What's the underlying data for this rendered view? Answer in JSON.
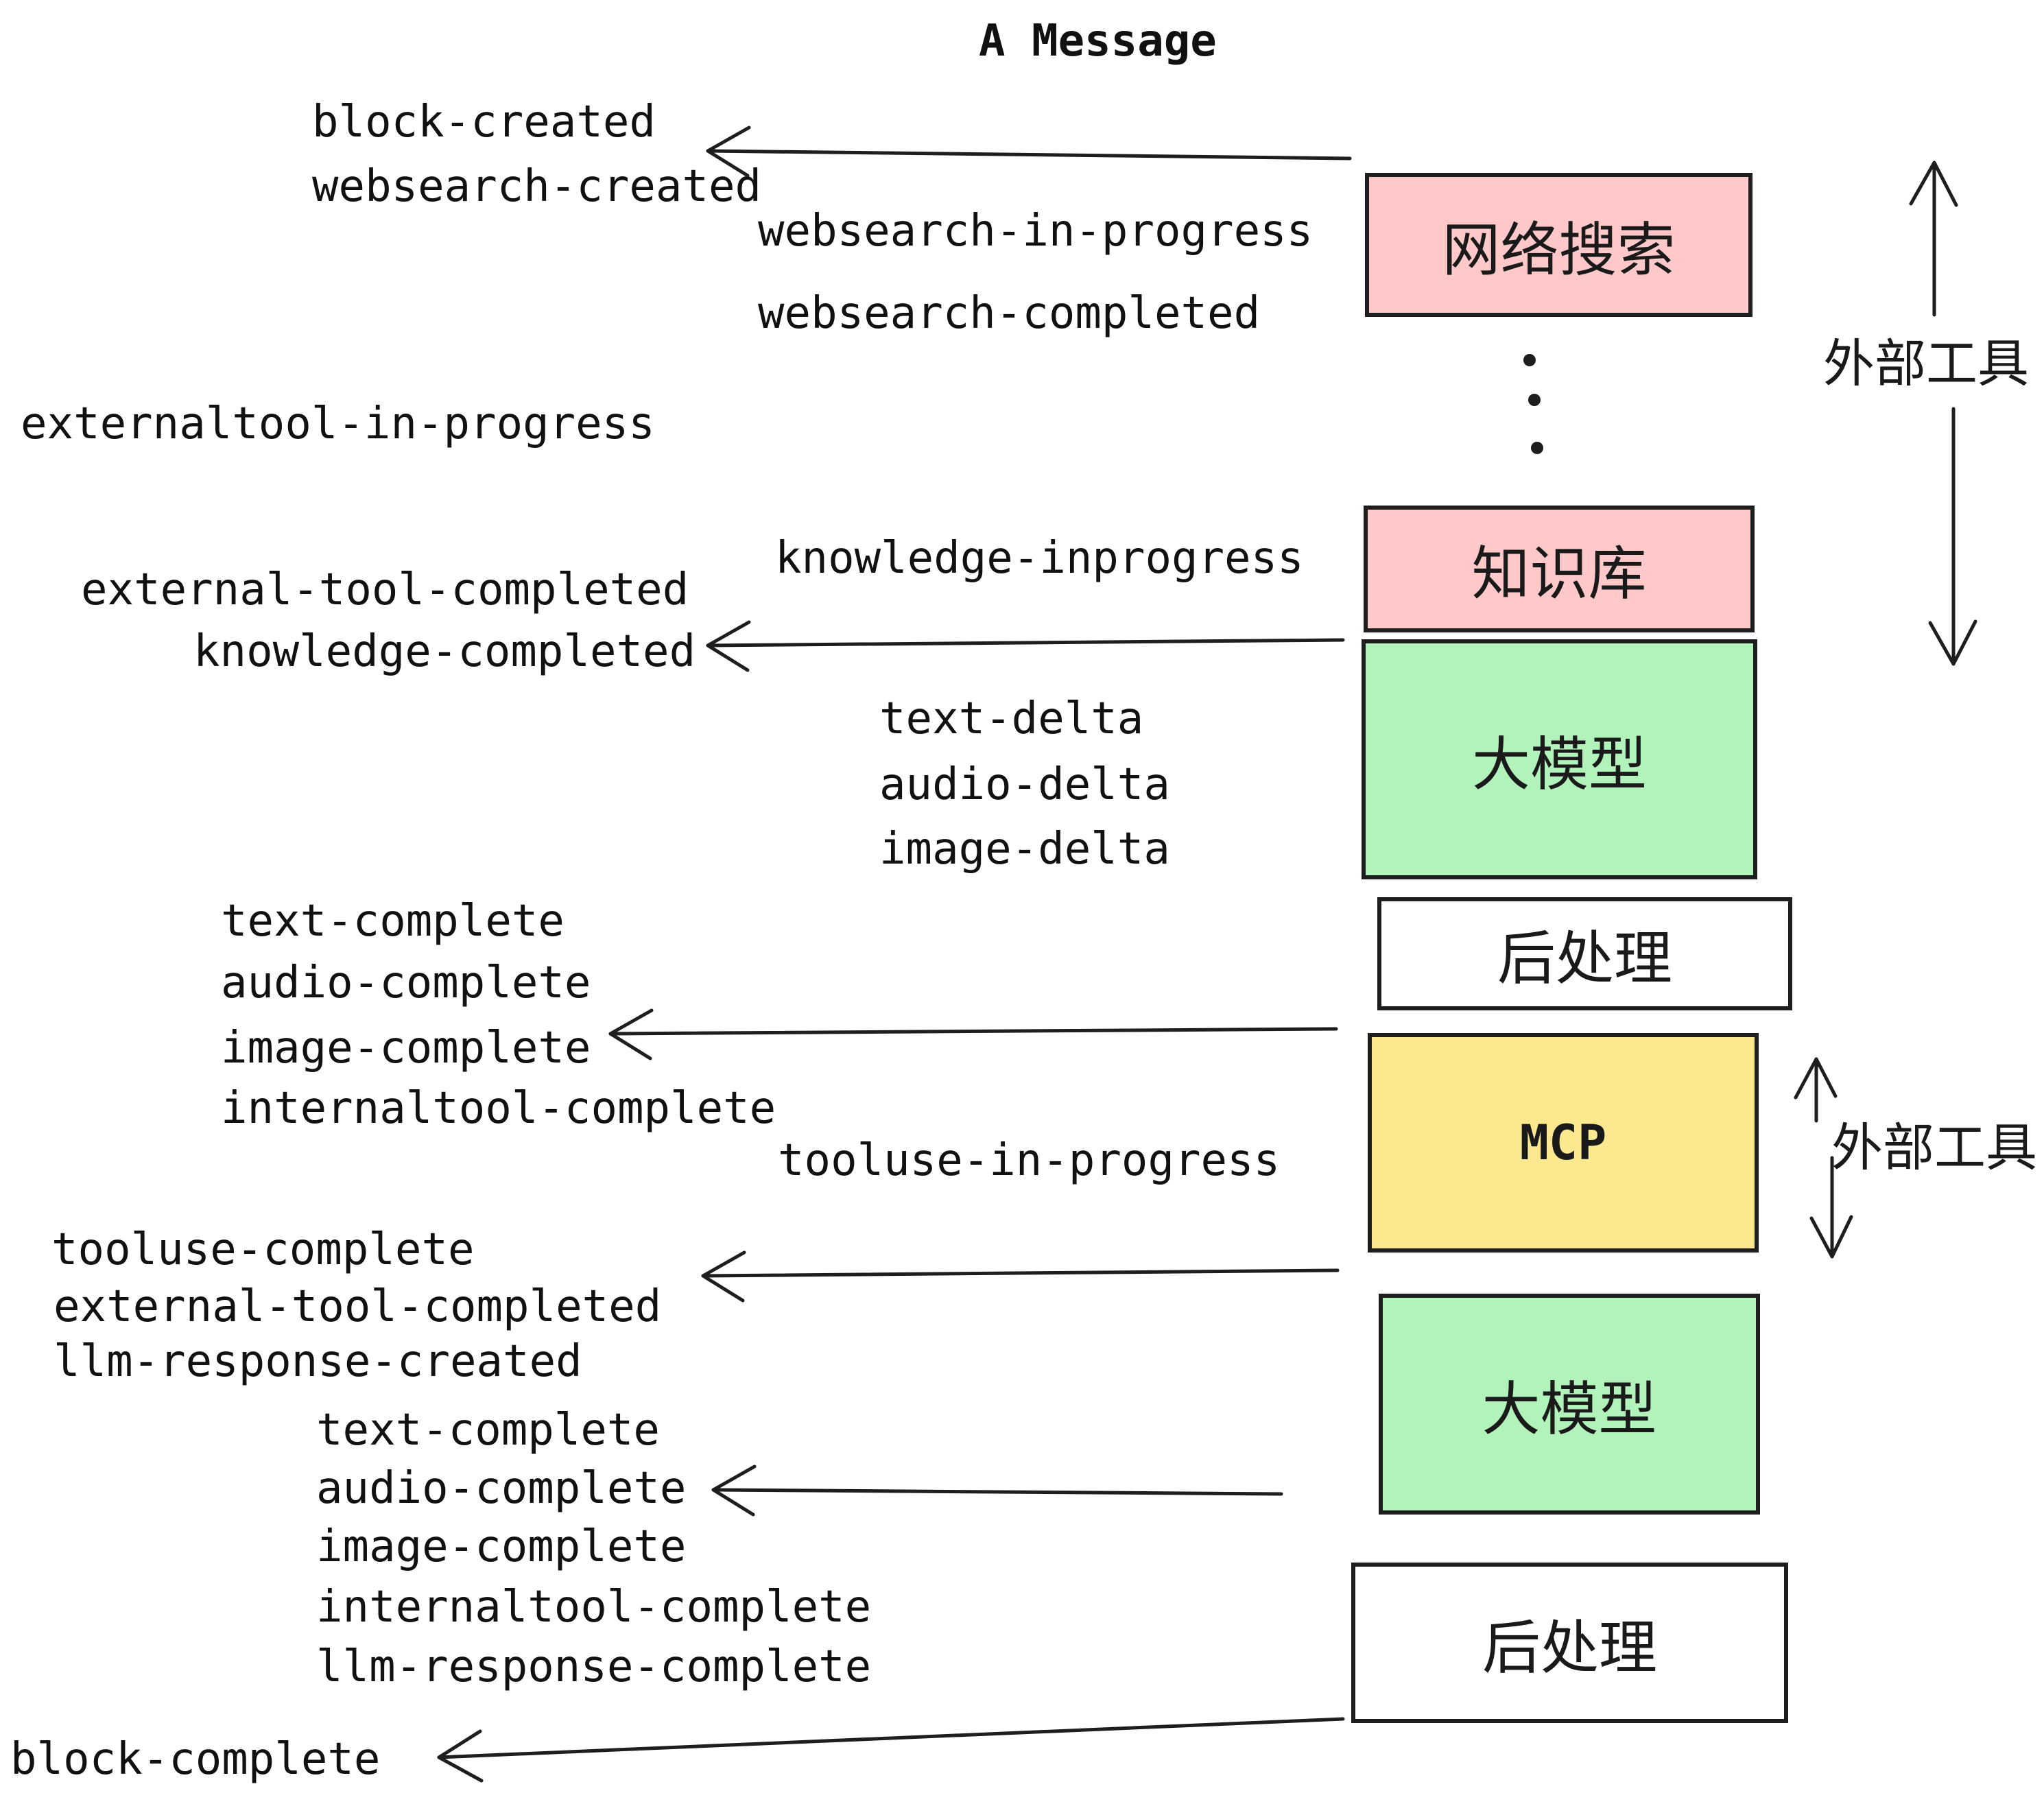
{
  "title": "A Message",
  "events": {
    "block_created": "block-created",
    "websearch_created": "websearch-created",
    "websearch_in_progress": "websearch-in-progress",
    "websearch_completed": "websearch-completed",
    "externaltool_in_progress": "externaltool-in-progress",
    "knowledge_inprogress": "knowledge-inprogress",
    "external_tool_completed_1": "external-tool-completed",
    "knowledge_completed": "knowledge-completed",
    "text_delta_1": "text-delta",
    "audio_delta_1": "audio-delta",
    "image_delta_1": "image-delta",
    "text_complete_1": "text-complete",
    "audio_complete_1": "audio-complete",
    "image_complete_1": "image-complete",
    "internaltool_complete_1": "internaltool-complete",
    "tooluse_in_progress": "tooluse-in-progress",
    "tooluse_complete": "tooluse-complete",
    "external_tool_completed_2": "external-tool-completed",
    "llm_response_created": "llm-response-created",
    "text_complete_2": "text-complete",
    "audio_complete_2": "audio-complete",
    "image_complete_2": "image-complete",
    "internaltool_complete_2": "internaltool-complete",
    "llm_response_complete": "llm-response-complete",
    "block_complete": "block-complete"
  },
  "boxes": {
    "websearch": "网络搜索",
    "knowledge": "知识库",
    "llm_top": "大模型",
    "post_top": "后处理",
    "mcp": "MCP",
    "llm_bottom": "大模型",
    "post_bottom": "后处理"
  },
  "side_labels": {
    "external_tools_top": "外部工具",
    "external_tools_bottom": "外部工具"
  },
  "colors": {
    "box_pink": "#ffc9c9",
    "box_green": "#b2f2bb",
    "box_yellow": "#fce88f",
    "box_white": "#ffffff",
    "stroke": "#1e1e1e",
    "ink": "#111111"
  }
}
